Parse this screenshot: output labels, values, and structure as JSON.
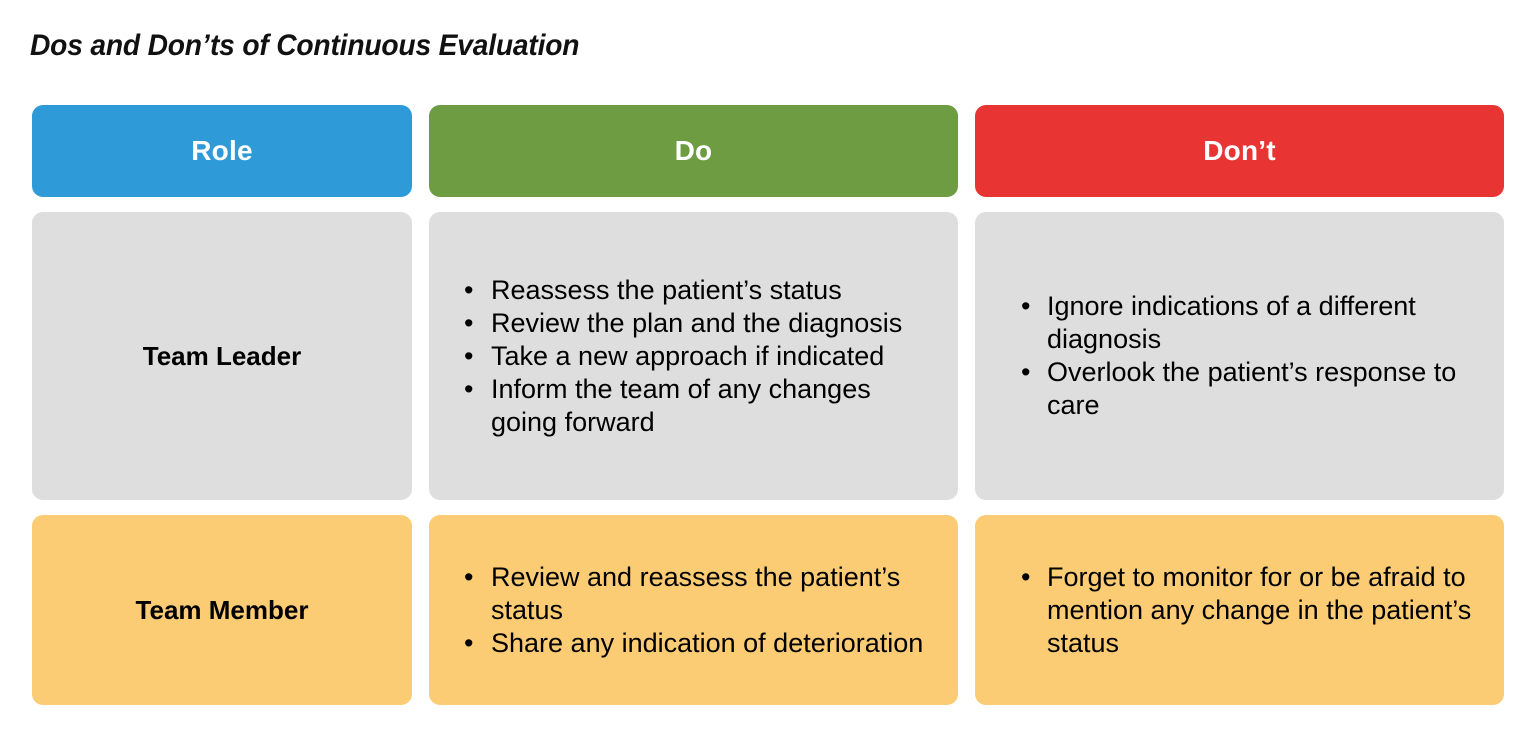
{
  "slide": {
    "title": "Dos and Don’ts of Continuous Evaluation",
    "background": "#ffffff"
  },
  "colors": {
    "role_header": "#2E9BD8",
    "do_header": "#6E9C43",
    "dont_header": "#E93434",
    "row_leader_bg": "#DEDEDE",
    "row_member_bg": "#FCCC74",
    "header_text": "#ffffff",
    "body_text": "#000000"
  },
  "table": {
    "headers": [
      {
        "label": "Role",
        "key": "role"
      },
      {
        "label": "Do",
        "key": "do"
      },
      {
        "label": "Don’t",
        "key": "dont"
      }
    ],
    "rows": [
      {
        "role": "Team Leader",
        "do": [
          "Reassess the patient’s status",
          "Review the plan and the diagnosis",
          "Take a new approach if indicated",
          "Inform the team of any changes going forward"
        ],
        "dont": [
          "Ignore indications of a different diagnosis",
          "Overlook the patient’s response to care"
        ]
      },
      {
        "role": "Team Member",
        "do": [
          "Review and reassess the patient’s status",
          "Share any indication of deterioration"
        ],
        "dont": [
          "Forget to monitor for or be afraid to mention any change in the patient’s status"
        ]
      }
    ]
  },
  "icons": {
    "bullet": "bullet-dot-icon",
    "bullet_glyph": "•"
  }
}
